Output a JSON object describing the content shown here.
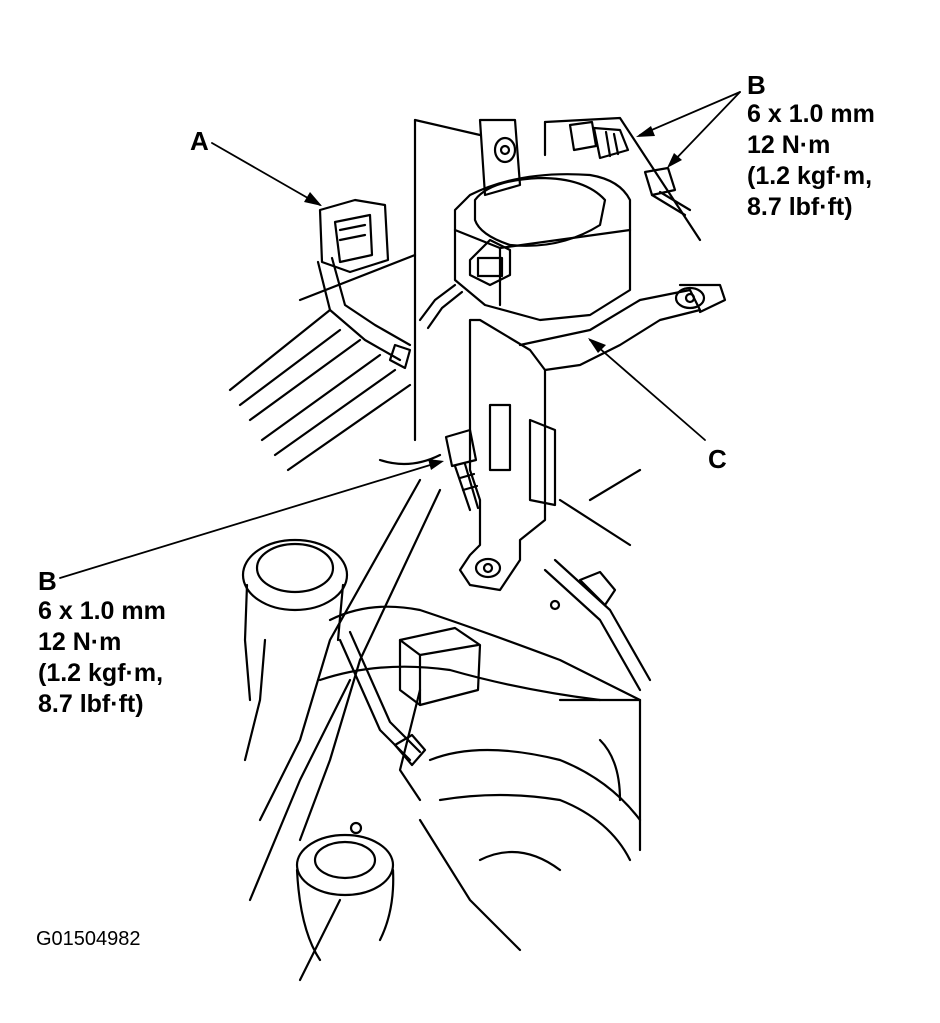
{
  "callouts": {
    "a": {
      "letter": "A"
    },
    "b_top": {
      "letter": "B",
      "line1": "6 x 1.0 mm",
      "line2": "12 N·m",
      "line3": "(1.2 kgf·m,",
      "line4": "8.7 lbf·ft)"
    },
    "b_left": {
      "letter": "B",
      "line1": "6 x 1.0 mm",
      "line2": "12 N·m",
      "line3": "(1.2 kgf·m,",
      "line4": "8.7 lbf·ft)"
    },
    "c": {
      "letter": "C"
    }
  },
  "figure_code": "G01504982",
  "colors": {
    "ink": "#000000",
    "paper": "#ffffff"
  }
}
